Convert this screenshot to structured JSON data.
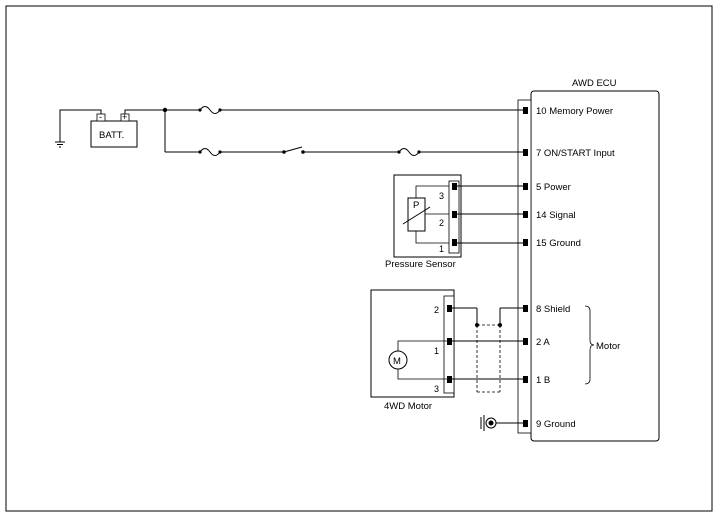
{
  "ecu": {
    "title": "AWD ECU",
    "terminals": {
      "memory_power": "10 Memory Power",
      "on_start_input": "7 ON/START Input",
      "power": "5 Power",
      "signal": "14 Signal",
      "ground_sensor": "15 Ground",
      "shield": "8 Shield",
      "motor_a": "2 A",
      "motor_b": "1 B",
      "ground": "9 Ground"
    },
    "motor_group_label": "Motor"
  },
  "battery": {
    "label": "BATT.",
    "neg_symbol": "-",
    "pos_symbol": "+"
  },
  "pressure_sensor": {
    "label": "Pressure Sensor",
    "symbol": "P",
    "pins": [
      "3",
      "2",
      "1"
    ]
  },
  "motor": {
    "label": "4WD Motor",
    "symbol": "M",
    "pins": [
      "2",
      "1",
      "3"
    ]
  },
  "colors": {
    "line": "#000000",
    "background": "#ffffff"
  }
}
